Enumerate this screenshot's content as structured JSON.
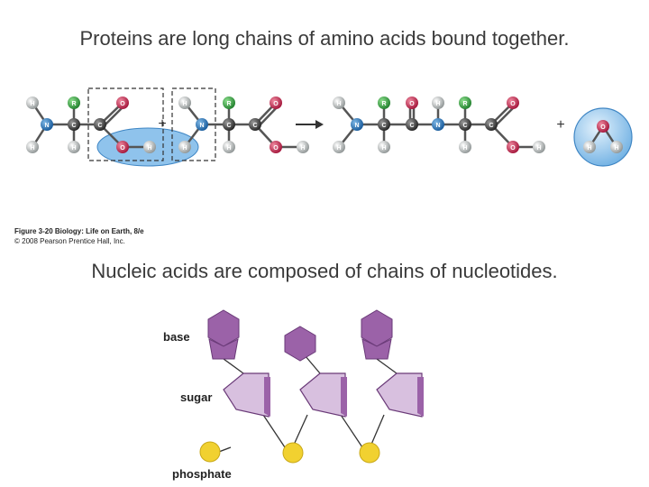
{
  "heading_top": "Proteins are long chains of amino acids bound together.",
  "heading_bottom": "Nucleic acids are composed of chains of nucleotides.",
  "reaction": {
    "atoms": {
      "H": "H",
      "N": "N",
      "C": "C",
      "O": "O",
      "R": "R"
    },
    "plus": "+",
    "caption_line1": "Figure 3-20 Biology: Life on Earth, 8/e",
    "caption_line2": "© 2008 Pearson Prentice Hall, Inc."
  },
  "nucleotides": {
    "label_base": "base",
    "label_sugar": "sugar",
    "label_phosphate": "phosphate"
  },
  "colors": {
    "H": "#9aa0a0",
    "N": "#1f6fb5",
    "C": "#3a3a3a",
    "O": "#c0284a",
    "R": "#2e9b3a",
    "water_bubble": "#8fc3ec",
    "base_fill": "#9b62a8",
    "sugar_fill": "#d8c0df",
    "phosphate_fill": "#f1d130"
  }
}
